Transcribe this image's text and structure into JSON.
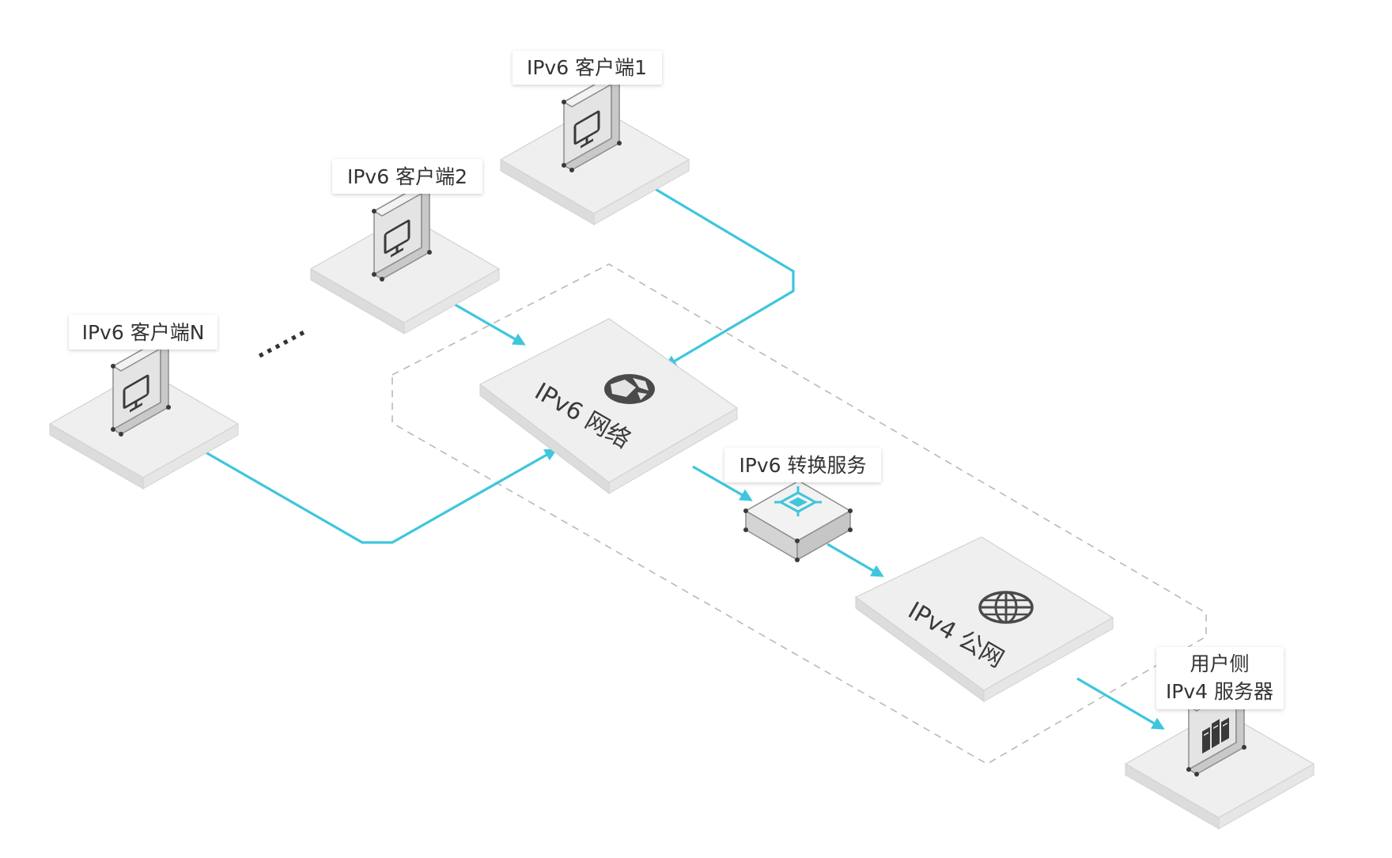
{
  "nodes": {
    "client1": {
      "label": "IPv6 客户端1",
      "icon": "monitor-icon"
    },
    "client2": {
      "label": "IPv6 客户端2",
      "icon": "monitor-icon"
    },
    "clientN": {
      "label": "IPv6 客户端N",
      "icon": "monitor-icon"
    },
    "ipv6_network": {
      "label": "IPv6 网络",
      "icon": "network-icon"
    },
    "translation": {
      "label": "IPv6 转换服务",
      "icon": "translation-icon"
    },
    "ipv4_internet": {
      "label": "IPv4 公网",
      "icon": "globe-icon"
    },
    "server": {
      "label_line1": "用户侧",
      "label_line2": "IPv4 服务器",
      "icon": "server-icon"
    }
  },
  "ellipsis": "......",
  "colors": {
    "link": "#3ec6dc",
    "plate": "#efefef",
    "dashed_boundary": "#b9b9b9",
    "icon_dark": "#4a4a4a",
    "translation_icon": "#3ec6dc"
  }
}
